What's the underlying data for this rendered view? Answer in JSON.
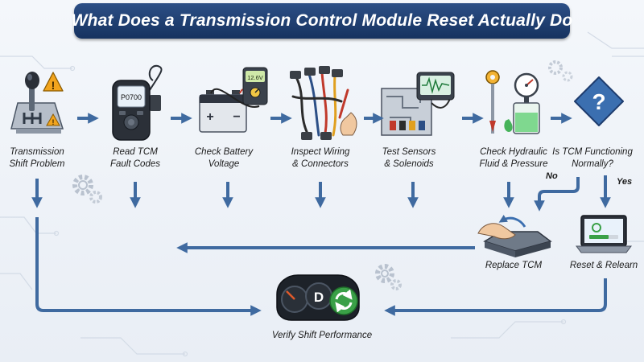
{
  "title": "What Does a Transmission Control Module Reset Actually Do",
  "steps": [
    {
      "line1": "Transmission",
      "line2": "Shift Problem"
    },
    {
      "line1": "Read TCM",
      "line2": "Fault Codes"
    },
    {
      "line1": "Check Battery",
      "line2": "Voltage"
    },
    {
      "line1": "Inspect Wiring",
      "line2": "& Connectors"
    },
    {
      "line1": "Test Sensors",
      "line2": "& Solenoids"
    },
    {
      "line1": "Check Hydraulic",
      "line2": "Fluid & Pressure"
    },
    {
      "line1": "Is TCM Functioning",
      "line2": "Normally?"
    }
  ],
  "branches": {
    "no": "No",
    "yes": "Yes"
  },
  "outcomes": {
    "replace": "Replace TCM",
    "reset": "Reset & Relearn",
    "verify": "Verify Shift Performance"
  },
  "device_text": {
    "scanner_code": "P0700",
    "meter_reading": "12.6V",
    "gear_letter": "D"
  },
  "colors": {
    "arrow": "#3f6aa0",
    "banner": "#1e3c6e",
    "decision": "#3b6fb0",
    "warning": "#f2a41d",
    "success": "#3aa047"
  }
}
